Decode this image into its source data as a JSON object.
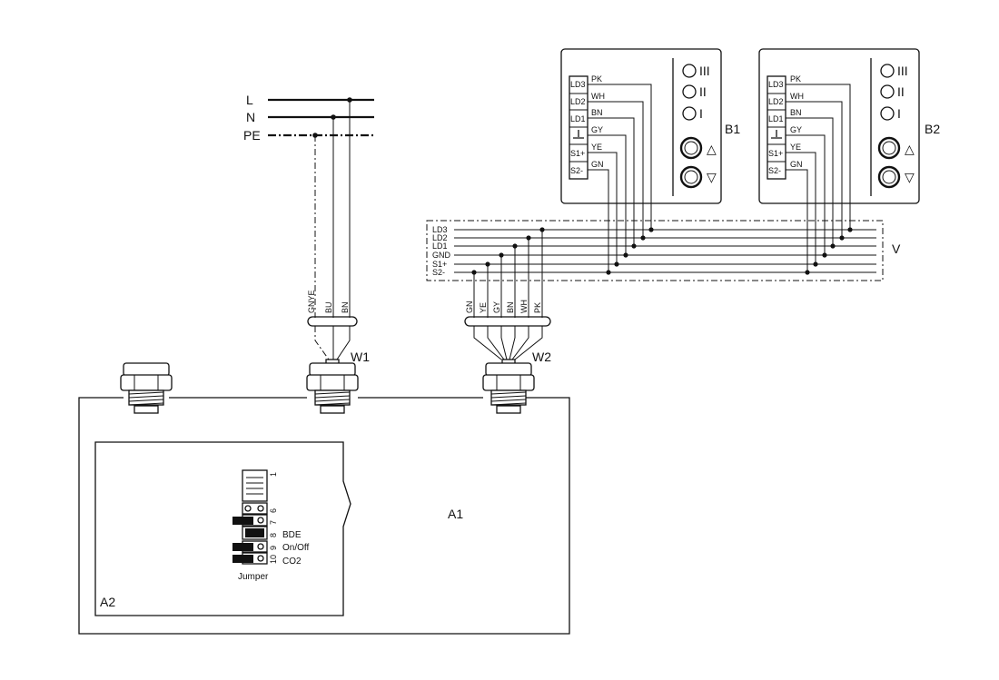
{
  "supply": {
    "l": "L",
    "n": "N",
    "pe": "PE"
  },
  "cable_w1": {
    "label": "W1",
    "wires": [
      "GNYE",
      "BU",
      "BN"
    ]
  },
  "cable_w2": {
    "label": "W2",
    "wires": [
      "GN",
      "YE",
      "GY",
      "BN",
      "WH",
      "PK"
    ]
  },
  "unit_a1": {
    "label": "A1"
  },
  "board_a2": {
    "label": "A2",
    "pin_1": "1",
    "pins_6_7": [
      "6",
      "7"
    ],
    "pin_8": "8",
    "pins_9_10": [
      "9",
      "10"
    ],
    "bde": "BDE",
    "onoff": "On/Off",
    "co2": "CO2",
    "jumper": "Jumper"
  },
  "bus_v": {
    "label": "V",
    "lines": [
      "LD3",
      "LD2",
      "LD1",
      "GND",
      "S1+",
      "S2-"
    ]
  },
  "panel_b1": {
    "label": "B1",
    "terminals": [
      "LD3",
      "LD2",
      "LD1",
      "",
      "S1+",
      "S2-"
    ],
    "wires": [
      "PK",
      "WH",
      "BN",
      "GY",
      "YE",
      "GN"
    ],
    "leds": [
      "III",
      "II",
      "I"
    ]
  },
  "panel_b2": {
    "label": "B2",
    "terminals": [
      "LD3",
      "LD2",
      "LD1",
      "",
      "S1+",
      "S2-"
    ],
    "wires": [
      "PK",
      "WH",
      "BN",
      "GY",
      "YE",
      "GN"
    ],
    "leds": [
      "III",
      "II",
      "I"
    ]
  },
  "arrows": {
    "up": "△",
    "down": "▽"
  }
}
